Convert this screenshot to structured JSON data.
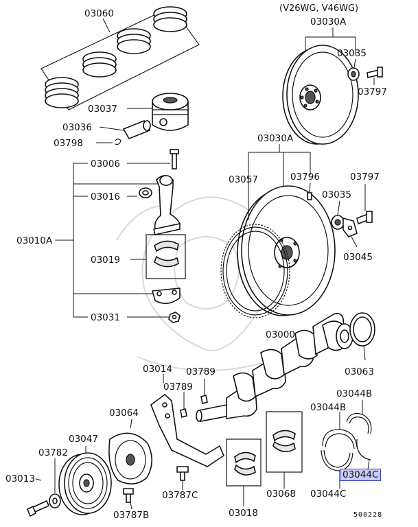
{
  "header_note": "(V26WG, V46WG)",
  "doc_number": "500228",
  "selected_part": "03044C",
  "part_labels": {
    "p03060": "03060",
    "p03037": "03037",
    "p03036": "03036",
    "p03798": "03798",
    "p03006": "03006",
    "p03016": "03016",
    "p03010a": "03010A",
    "p03019": "03019",
    "p03031": "03031",
    "p03030a_top": "03030A",
    "p03035_top": "03035",
    "p03797_top": "03797",
    "p03030a_mid": "03030A",
    "p03057": "03057",
    "p03796": "03796",
    "p03797_mid": "03797",
    "p03035_mid": "03035",
    "p03045": "03045",
    "p03000": "03000",
    "p03063": "03063",
    "p03014": "03014",
    "p03789_a": "03789",
    "p03789_b": "03789",
    "p03064": "03064",
    "p03047": "03047",
    "p03782": "03782",
    "p03013": "03013",
    "p03787c": "03787C",
    "p03787b": "03787B",
    "p03018": "03018",
    "p03068": "03068",
    "p03044b_top": "03044B",
    "p03044b": "03044B",
    "p03044c_sel": "03044C",
    "p03044c": "03044C"
  }
}
